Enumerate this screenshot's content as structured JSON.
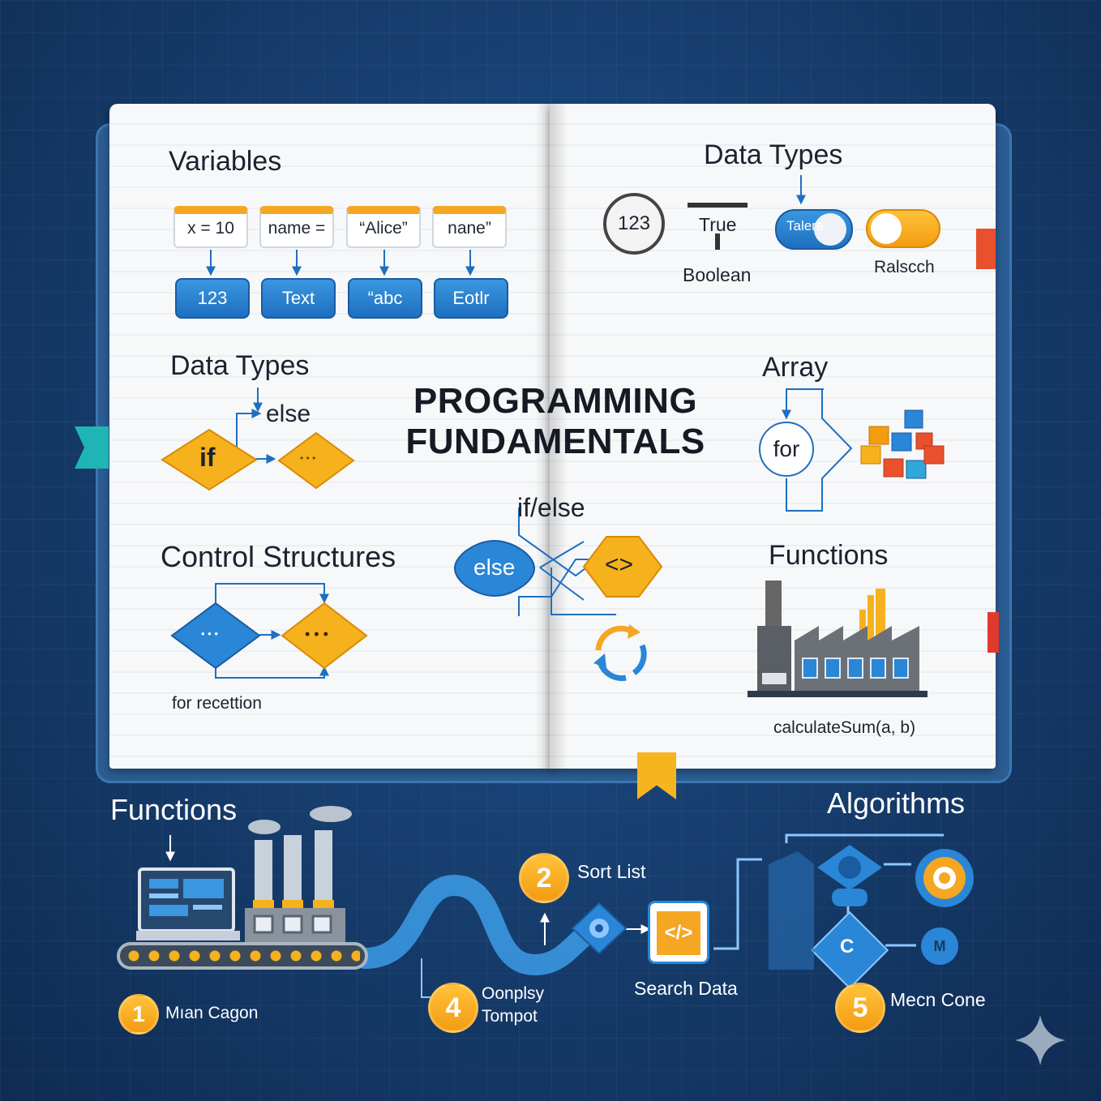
{
  "title": "PROGRAMMING FUNDAMENTALS",
  "colors": {
    "accent_orange": "#f5a623",
    "accent_blue": "#2a86d6",
    "background": "#173f70",
    "page": "#f7f8f9"
  },
  "left_page": {
    "variables": {
      "heading": "Variables",
      "assignments": [
        "x = 10",
        "name =",
        "“Alice”",
        "nane”"
      ],
      "values": [
        "123",
        "Text",
        "“abc",
        "Eotlr"
      ]
    },
    "data_types": {
      "heading": "Data Types",
      "else_label": "else",
      "if_label": "if",
      "dots_label": "• • •"
    },
    "control": {
      "heading": "Control Structures",
      "dots_left": "• • •",
      "dots_right": "• • •",
      "caption": "for recettion"
    }
  },
  "right_page": {
    "data_types": {
      "heading": "Data Types",
      "number": "123",
      "true_label": "True",
      "toggle_text": "Talere",
      "boolean_label": "Boolean",
      "toggle_caption": "Ralscch"
    },
    "array": {
      "heading": "Array",
      "loop_label": "for"
    },
    "functions": {
      "heading": "Functions",
      "call": "calculateSum(a, b)"
    }
  },
  "center": {
    "ifelse": "if/else",
    "else_node": "else",
    "code_node": "<>"
  },
  "bottom": {
    "functions_heading": "Functions",
    "algorithms_heading": "Algorithms",
    "steps": [
      {
        "num": "1",
        "label": "Mıan Cagon"
      },
      {
        "num": "2",
        "label": "Sort List"
      },
      {
        "num": "4",
        "label": "Oonplsy\nTompot"
      },
      {
        "num": "5",
        "label": "Mecn Cone"
      }
    ],
    "search_label": "Search Data",
    "code_icon": "</>",
    "node_c": "C",
    "node_m": "M"
  },
  "icons": [
    "factory-icon",
    "laptop-icon",
    "refresh-icon",
    "code-icon",
    "bookmark-icon",
    "sparkle-icon",
    "user-icon",
    "target-icon"
  ]
}
